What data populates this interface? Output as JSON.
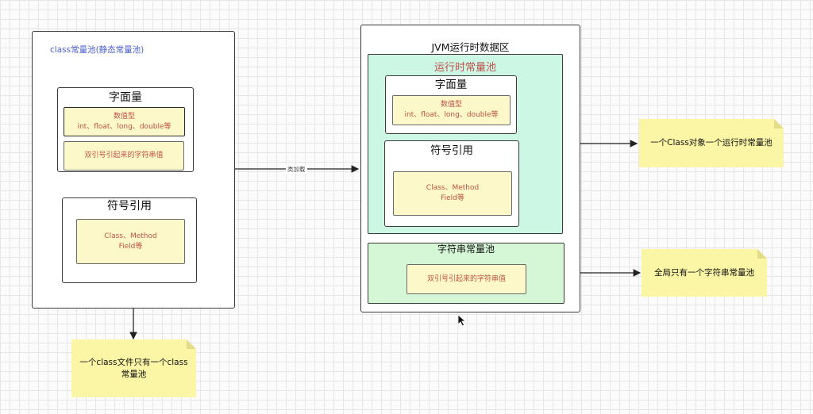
{
  "left": {
    "title": "class常量池(静态常量池)",
    "literal": {
      "title": "字面量",
      "numeric_line1": "数值型",
      "numeric_line2": "int、float、long、double等",
      "string_value": "双引号引起来的字符串值"
    },
    "symbol": {
      "title": "符号引用",
      "line1": "Class、Method",
      "line2": "Field等"
    }
  },
  "edge_label": "类加载",
  "jvm": {
    "title": "JVM运行时数据区",
    "runtime_pool": {
      "title": "运行时常量池",
      "literal": {
        "title": "字面量",
        "numeric_line1": "数值型",
        "numeric_line2": "int、float、long、double等"
      },
      "symbol": {
        "title": "符号引用",
        "line1": "Class、Method",
        "line2": "Field等"
      }
    },
    "string_pool": {
      "title": "字符串常量池",
      "value": "双引号引起来的字符串值"
    }
  },
  "notes": {
    "class_file": "一个class文件只有一个class常量池",
    "runtime": "一个Class对象一个运行时常量池",
    "string": "全局只有一个字符串常量池"
  },
  "colors": {
    "runtime_pool_bg": "#ccf7e4",
    "string_pool_bg": "#d6f7d6",
    "cell_bg": "#fdf8c9",
    "cell_text": "#c0504d",
    "note_bg": "#fbf5a6",
    "left_title": "#4a5fd0",
    "runtime_title": "#c0504d"
  }
}
